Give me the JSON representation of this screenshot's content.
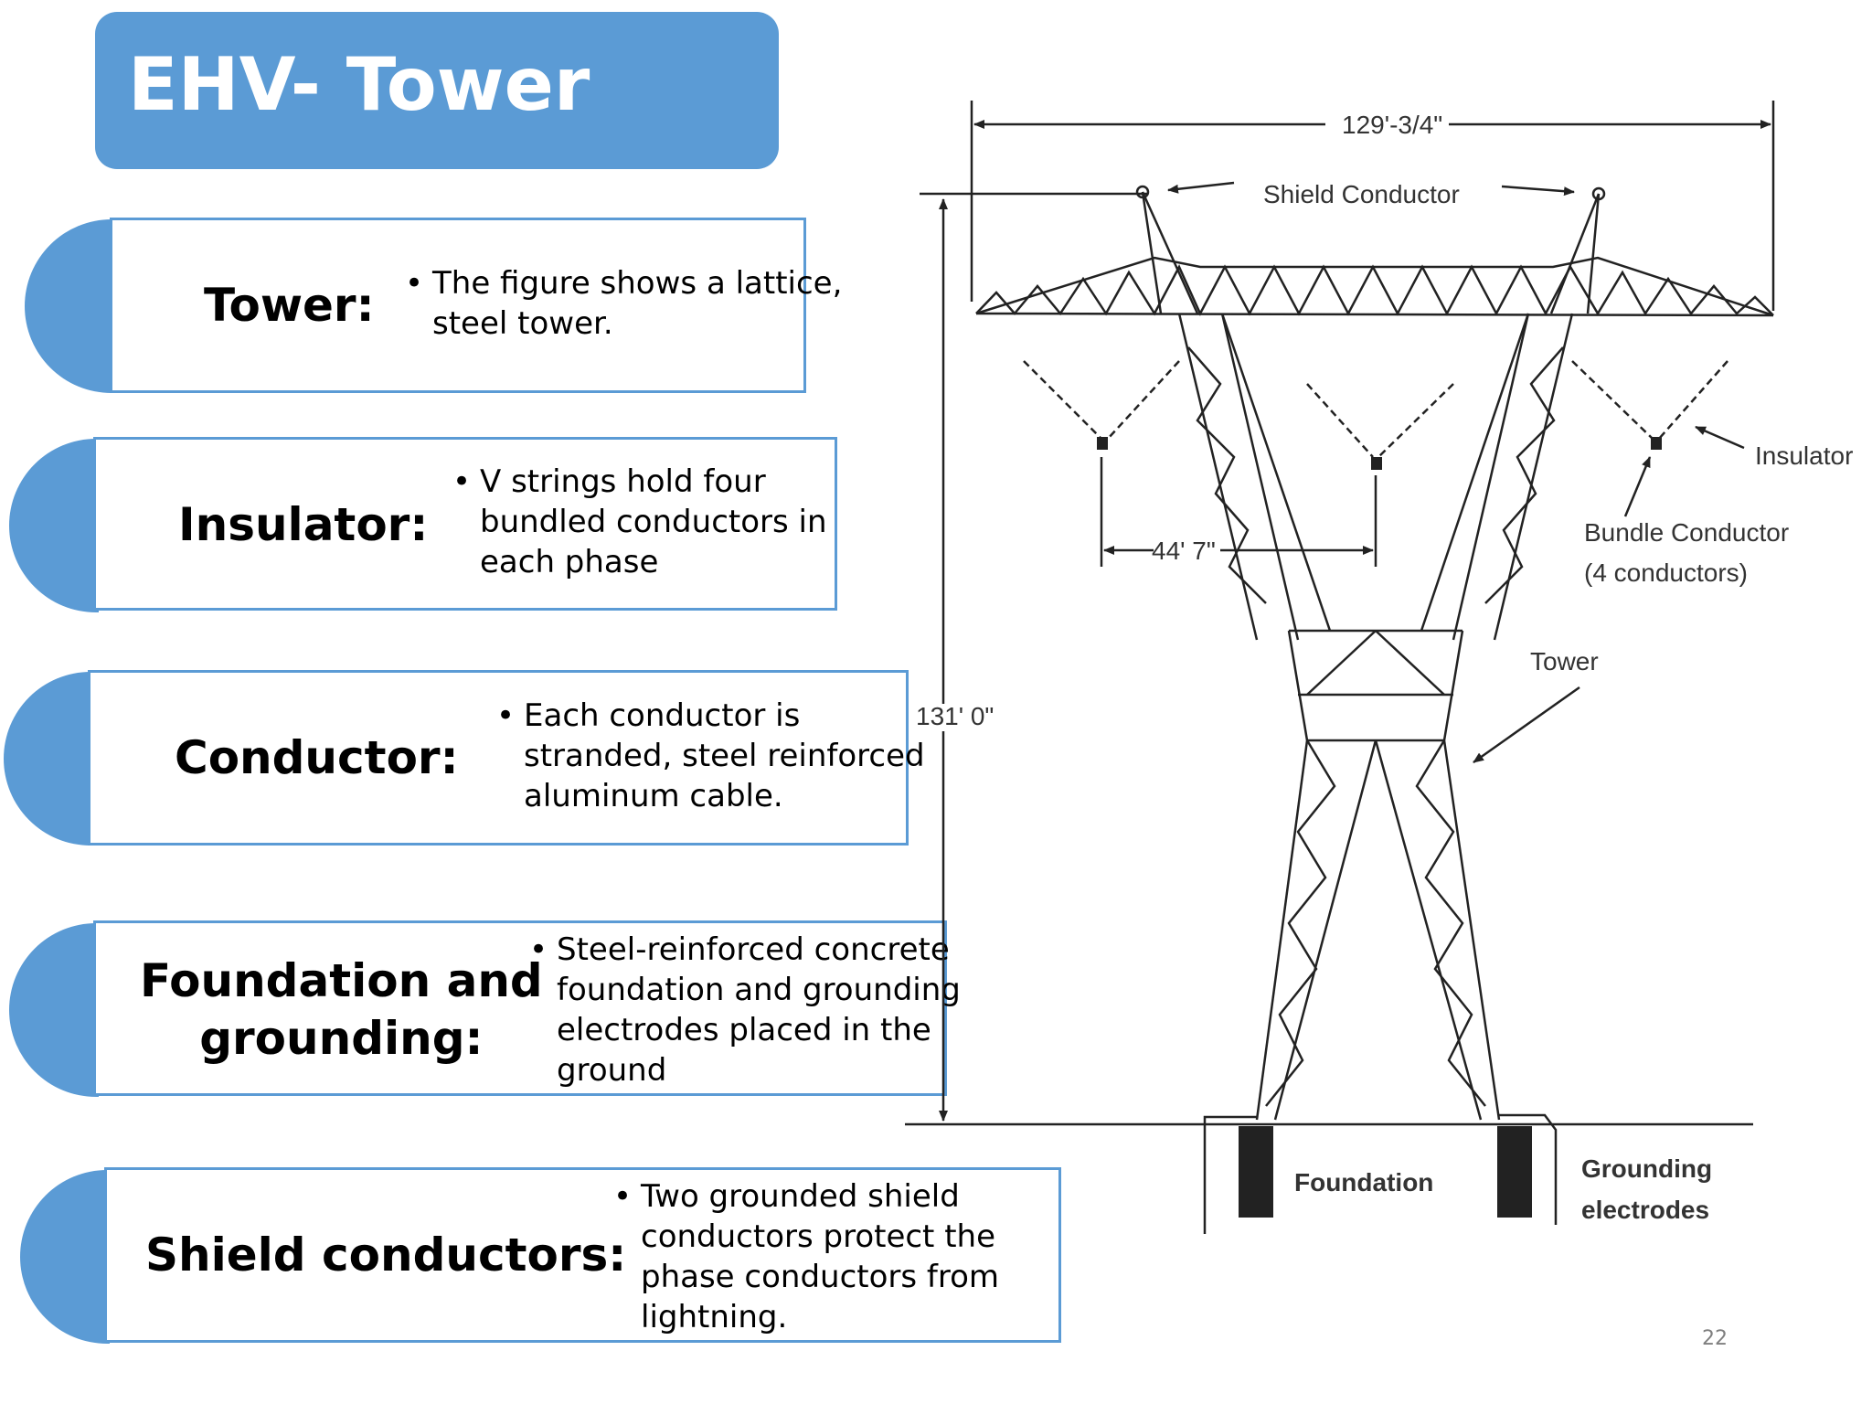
{
  "title": "EHV- Tower",
  "cards": [
    {
      "label": "Tower:",
      "lines": [
        "The figure shows a lattice,",
        "steel tower."
      ]
    },
    {
      "label": "Insulator:",
      "lines": [
        "V strings hold four",
        "bundled conductors in",
        "each phase"
      ]
    },
    {
      "label": "Conductor:",
      "lines": [
        "Each conductor is",
        "stranded, steel reinforced",
        "aluminum cable."
      ]
    },
    {
      "label_lines": [
        "Foundation and",
        "grounding:"
      ],
      "lines": [
        "Steel-reinforced concrete",
        "foundation and grounding",
        "electrodes placed in the",
        "ground"
      ]
    },
    {
      "label": "Shield conductors:",
      "lines": [
        "Two grounded shield",
        "conductors protect the",
        "phase conductors from",
        "lightning."
      ]
    }
  ],
  "bullet": "•",
  "diagram": {
    "width_dim": "129'-3/4\"",
    "height_dim": "131' 0\"",
    "phase_dim": "44' 7\"",
    "shield_conductor": "Shield Conductor",
    "insulator": "Insulator",
    "bundle_conductor_line1": "Bundle Conductor",
    "bundle_conductor_line2": "(4 conductors)",
    "tower": "Tower",
    "foundation": "Foundation",
    "grounding_line1": "Grounding",
    "grounding_line2": "electrodes"
  },
  "page_number": "22",
  "colors": {
    "accent": "#5b9bd5"
  }
}
